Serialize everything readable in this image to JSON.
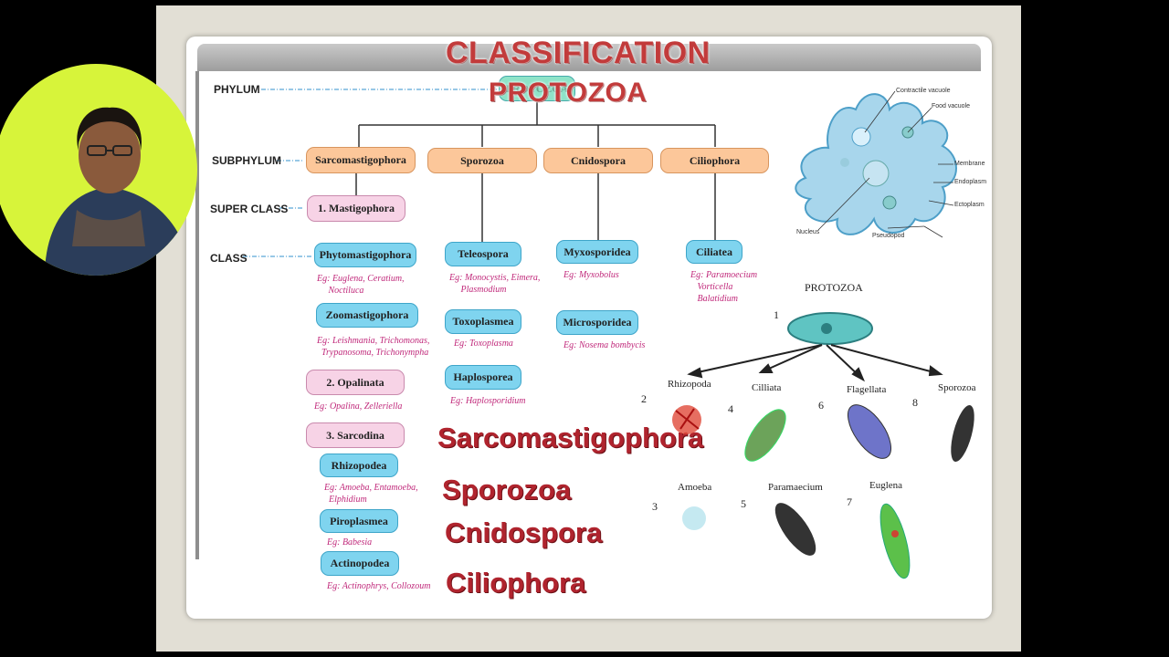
{
  "title": {
    "line1": "CLASSIFICATION",
    "line2": "PROTOZOA"
  },
  "phylum_box": "PROTOZOA",
  "ranks": {
    "phylum": "PHYLUM",
    "subphylum": "SUBPHYLUM",
    "superclass": "SUPER CLASS",
    "class": "CLASS"
  },
  "subphyla": [
    "Sarcomastigophora",
    "Sporozoa",
    "Cnidospora",
    "Ciliophora"
  ],
  "superclasses": [
    "1. Mastigophora",
    "2. Opalinata",
    "3. Sarcodina"
  ],
  "classes": {
    "phytomastigophora": {
      "name": "Phytomastigophora",
      "eg": "Eg: Euglena, Ceratium,\n     Noctiluca"
    },
    "zoomastigophora": {
      "name": "Zoomastigophora",
      "eg": "Eg: Leishmania, Trichomonas,\n  Trypanosoma, Trichonympha"
    },
    "opalinata": {
      "eg": "Eg: Opalina, Zelleriella"
    },
    "rhizopodea": {
      "name": "Rhizopodea",
      "eg": "Eg: Amoeba, Entamoeba,\n  Elphidium"
    },
    "piroplasmea": {
      "name": "Piroplasmea",
      "eg": "Eg: Babesia"
    },
    "actinopodea": {
      "name": "Actinopodea",
      "eg": "Eg: Actinophrys, Collozoum"
    },
    "teleospora": {
      "name": "Teleospora",
      "eg": "Eg: Monocystis, Eimera,\n     Plasmodium"
    },
    "toxoplasmea": {
      "name": "Toxoplasmea",
      "eg": "Eg: Toxoplasma"
    },
    "haplosporea": {
      "name": "Haplosporea",
      "eg": "Eg: Haplosporidium"
    },
    "myxosporidea": {
      "name": "Myxosporidea",
      "eg": "Eg: Myxobolus"
    },
    "microsporidea": {
      "name": "Microsporidea",
      "eg": "Eg: Nosema bombycis"
    },
    "ciliatea": {
      "name": "Ciliatea",
      "eg": "Eg: Paramoecium\n   Vorticella\n   Balatidium"
    }
  },
  "overlay": [
    "Sarcomastigophora",
    "Sporozoa",
    "Cnidospora",
    "Ciliophora"
  ],
  "amoeba_labels": {
    "contractile": "Contractile vacuole",
    "food": "Food vacuole",
    "membrane": "Membrane",
    "endoplasm": "Endoplasm",
    "ectoplasm": "Ectoplasm",
    "nucleus": "Nucleus",
    "pseudopod": "Pseudopod"
  },
  "protozoa_figure": {
    "title": "PROTOZOA",
    "labels": [
      "Rhizopoda",
      "Cilliata",
      "Flagellata",
      "Sporozoa",
      "Amoeba",
      "Paramaecium",
      "Euglena"
    ],
    "numbers": [
      "1",
      "2",
      "3",
      "4",
      "5",
      "6",
      "7",
      "8"
    ]
  },
  "colors": {
    "title": "#c23b3b",
    "orange_box": "#fcc79a",
    "pink_box": "#f7d3e6",
    "blue_box": "#7fd4ef",
    "example_text": "#c0287a",
    "webcam_bg": "#d7f43a"
  }
}
